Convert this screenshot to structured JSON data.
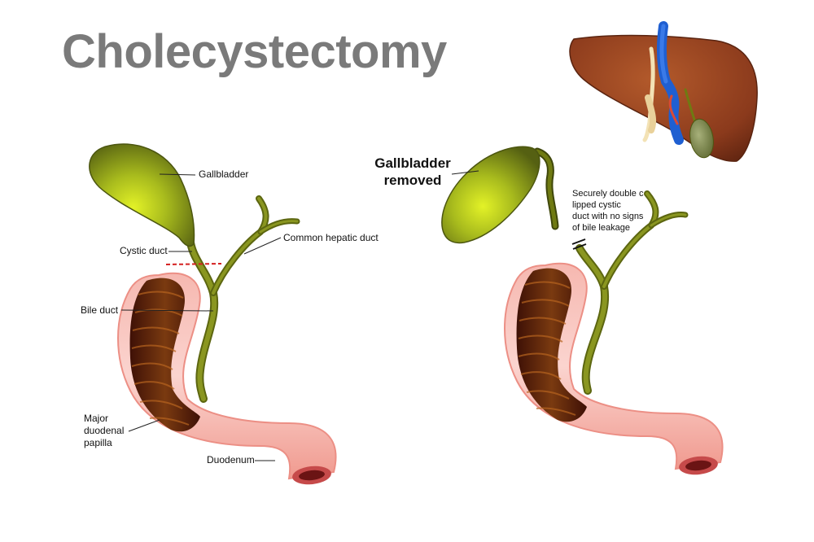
{
  "title": "Cholecystectomy",
  "labels": {
    "gallbladder": "Gallbladder",
    "cystic_duct": "Cystic duct",
    "common_hepatic_duct": "Common hepatic duct",
    "bile_duct": "Bile duct",
    "major_duodenal_papilla_1": "Major",
    "major_duodenal_papilla_2": "duodenal",
    "major_duodenal_papilla_3": "papilla",
    "duodenum": "Duodenum",
    "gallbladder_removed_1": "Gallbladder",
    "gallbladder_removed_2": "removed",
    "clip_note_1": "Securely double c",
    "clip_note_2": "lipped cystic",
    "clip_note_3": "duct with no signs",
    "clip_note_4": "of bile leakage"
  },
  "colors": {
    "title": "#7a7a7a",
    "duct": "#6f7a12",
    "gallbladder": "#8ea21a",
    "duodenum_wall": "#f4a9a0",
    "duodenum_inner": "#5a1d0c",
    "liver": "#8b3a1c",
    "vein": "#1f5fd1",
    "artery": "#d84a35",
    "cut_line": "#d42020"
  }
}
